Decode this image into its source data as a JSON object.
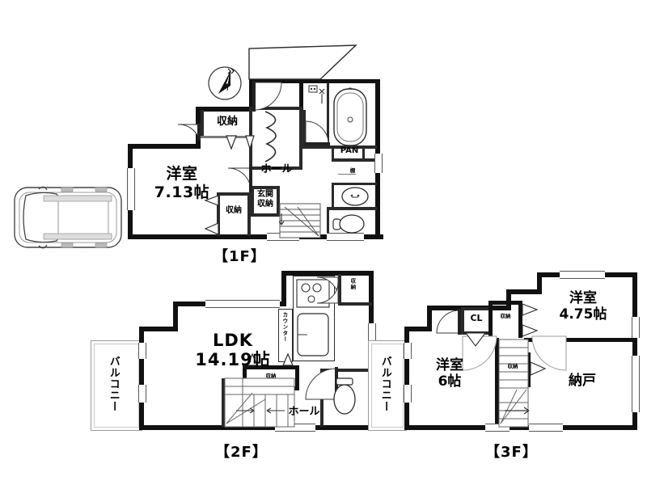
{
  "page": {
    "kind": "real-estate-floor-plan",
    "background": "#ffffff",
    "ink": "#111111"
  },
  "compass": {
    "name": "north-arrow",
    "label": "N"
  },
  "parking": {
    "label": ""
  },
  "floors": [
    {
      "id": "1F",
      "label": "【1F】",
      "rooms": [
        {
          "name": "洋室",
          "size": "7.13帖"
        },
        {
          "name": "ホール",
          "size": ""
        },
        {
          "name": "収納",
          "size": ""
        },
        {
          "name": "玄関収納",
          "size": ""
        },
        {
          "name": "収納",
          "size": ""
        }
      ],
      "fixtures": [
        {
          "name": "浴槽",
          "label": ""
        },
        {
          "name": "洗濯機置場",
          "label": "PAN"
        },
        {
          "name": "洗面台",
          "label": ""
        },
        {
          "name": "トイレ",
          "label": ""
        },
        {
          "name": "棚",
          "label": "棚"
        }
      ]
    },
    {
      "id": "2F",
      "label": "【2F】",
      "rooms": [
        {
          "name": "LDK",
          "size": "14.19帖"
        },
        {
          "name": "ホール",
          "size": ""
        },
        {
          "name": "収納",
          "size": ""
        },
        {
          "name": "収納",
          "size": ""
        },
        {
          "name": "バルコニー",
          "size": ""
        }
      ],
      "fixtures": [
        {
          "name": "コンロ",
          "label": ""
        },
        {
          "name": "シンク",
          "label": ""
        },
        {
          "name": "カウンター",
          "label": "カウンター"
        },
        {
          "name": "トイレ",
          "label": ""
        }
      ]
    },
    {
      "id": "3F",
      "label": "【3F】",
      "rooms": [
        {
          "name": "洋室",
          "size": "4.75帖"
        },
        {
          "name": "洋室",
          "size": "6帖"
        },
        {
          "name": "納戸",
          "size": ""
        },
        {
          "name": "収納",
          "size": ""
        },
        {
          "name": "収納",
          "size": ""
        },
        {
          "name": "クローゼット",
          "size": "CL"
        },
        {
          "name": "バルコニー",
          "size": ""
        }
      ]
    }
  ],
  "text": {
    "f1_label": "【1F】",
    "f2_label": "【2F】",
    "f3_label": "【3F】",
    "f1_room1_name": "洋室",
    "f1_room1_size": "7.13帖",
    "f1_hall": "ホール",
    "f1_closet_top": "収納",
    "f1_genkan": "玄関",
    "f1_genkan2": "収納",
    "f1_closet_low": "収納",
    "f1_pan": "PAN",
    "f1_shelf": "棚",
    "f2_ldk_name": "LDK",
    "f2_ldk_size": "14.19帖",
    "f2_hall": "ホール",
    "f2_closet_stair": "収納",
    "f2_closet_kitchen": "収納",
    "f2_counter": "カウンター",
    "f2_balcony": "バルコニー",
    "f3_room_a_name": "洋室",
    "f3_room_a_size": "4.75帖",
    "f3_room_b_name": "洋室",
    "f3_room_b_size": "6帖",
    "f3_nando": "納戸",
    "f3_cl": "CL",
    "f3_closet_up": "収納",
    "f3_closet_mid": "収納",
    "f3_balcony": "バルコニー"
  }
}
